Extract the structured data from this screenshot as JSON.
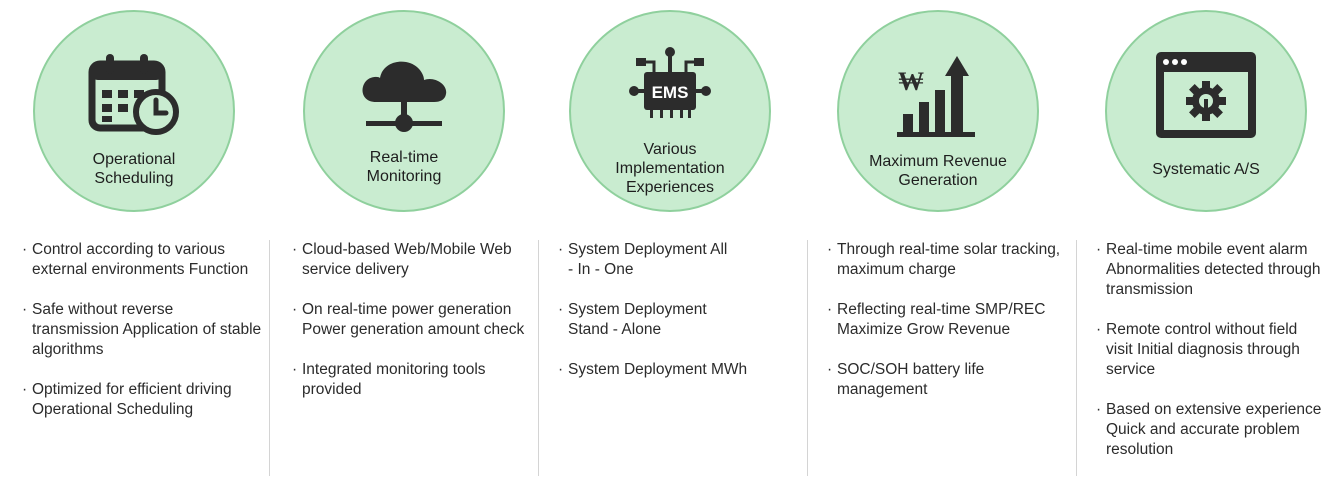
{
  "accent_color": "#c9ecd0",
  "accent_border": "#8fd09d",
  "icon_color": "#2c2c2c",
  "features": [
    {
      "icon": "calendar-clock-icon",
      "title_lines": [
        "Operational",
        "Scheduling"
      ],
      "bullets": [
        "Control according to various external environments Function",
        "Safe without reverse transmission  Application of stable algorithms",
        "Optimized for efficient driving  Operational Scheduling"
      ]
    },
    {
      "icon": "cloud-network-icon",
      "title_lines": [
        "Real-time",
        "Monitoring"
      ],
      "bullets": [
        "Cloud-based Web/Mobile Web service delivery",
        "On real-time power generation Power generation amount check",
        "Integrated monitoring tools provided"
      ]
    },
    {
      "icon": "ems-chip-icon",
      "icon_text": "EMS",
      "title_lines": [
        "Various",
        "Implementation",
        "Experiences"
      ],
      "bullets": [
        "System Deployment All - In - One",
        "System Deployment Stand - Alone",
        "System Deployment MWh"
      ]
    },
    {
      "icon": "revenue-growth-chart-icon",
      "icon_text": "₩",
      "title_lines": [
        "Maximum Revenue",
        "Generation"
      ],
      "bullets": [
        "Through real-time solar tracking, maximum charge",
        "Reflecting real-time SMP/REC Maximize Grow Revenue",
        "SOC/SOH battery life management"
      ]
    },
    {
      "icon": "browser-gear-icon",
      "title_lines": [
        "Systematic A/S"
      ],
      "bullets": [
        "Real-time mobile event alarm Abnormalities detected through transmission",
        "Remote control without field visit Initial diagnosis through service",
        "Based on extensive experience Quick and accurate problem resolution"
      ]
    }
  ]
}
